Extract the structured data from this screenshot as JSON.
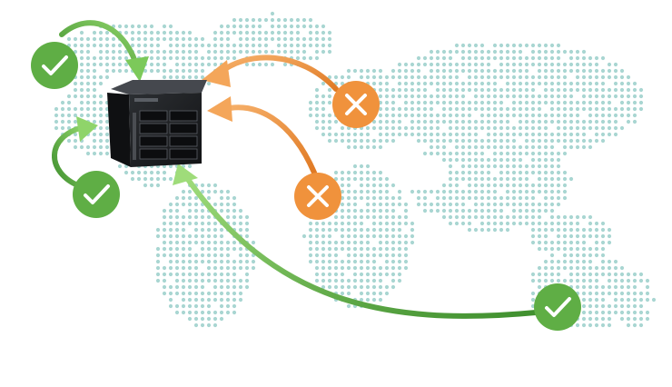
{
  "colors": {
    "map_dot": "#a9d6d2",
    "allowed": "#5fae45",
    "allowed_dark": "#3f8f2e",
    "blocked": "#f0923c",
    "blocked_dark": "#e07a24",
    "device_body": "#1b1d20",
    "device_top": "#3a3d42",
    "device_trim": "#6a6e75"
  },
  "icons": {
    "allowed": "check-mark-icon",
    "blocked": "cross-mark-icon",
    "device": "nas-server-icon",
    "map": "world-dot-map"
  },
  "connections": [
    {
      "status": "allowed",
      "region": "north-america-north"
    },
    {
      "status": "allowed",
      "region": "north-america-south"
    },
    {
      "status": "blocked",
      "region": "europe-north"
    },
    {
      "status": "blocked",
      "region": "europe-south"
    },
    {
      "status": "allowed",
      "region": "australia"
    }
  ]
}
